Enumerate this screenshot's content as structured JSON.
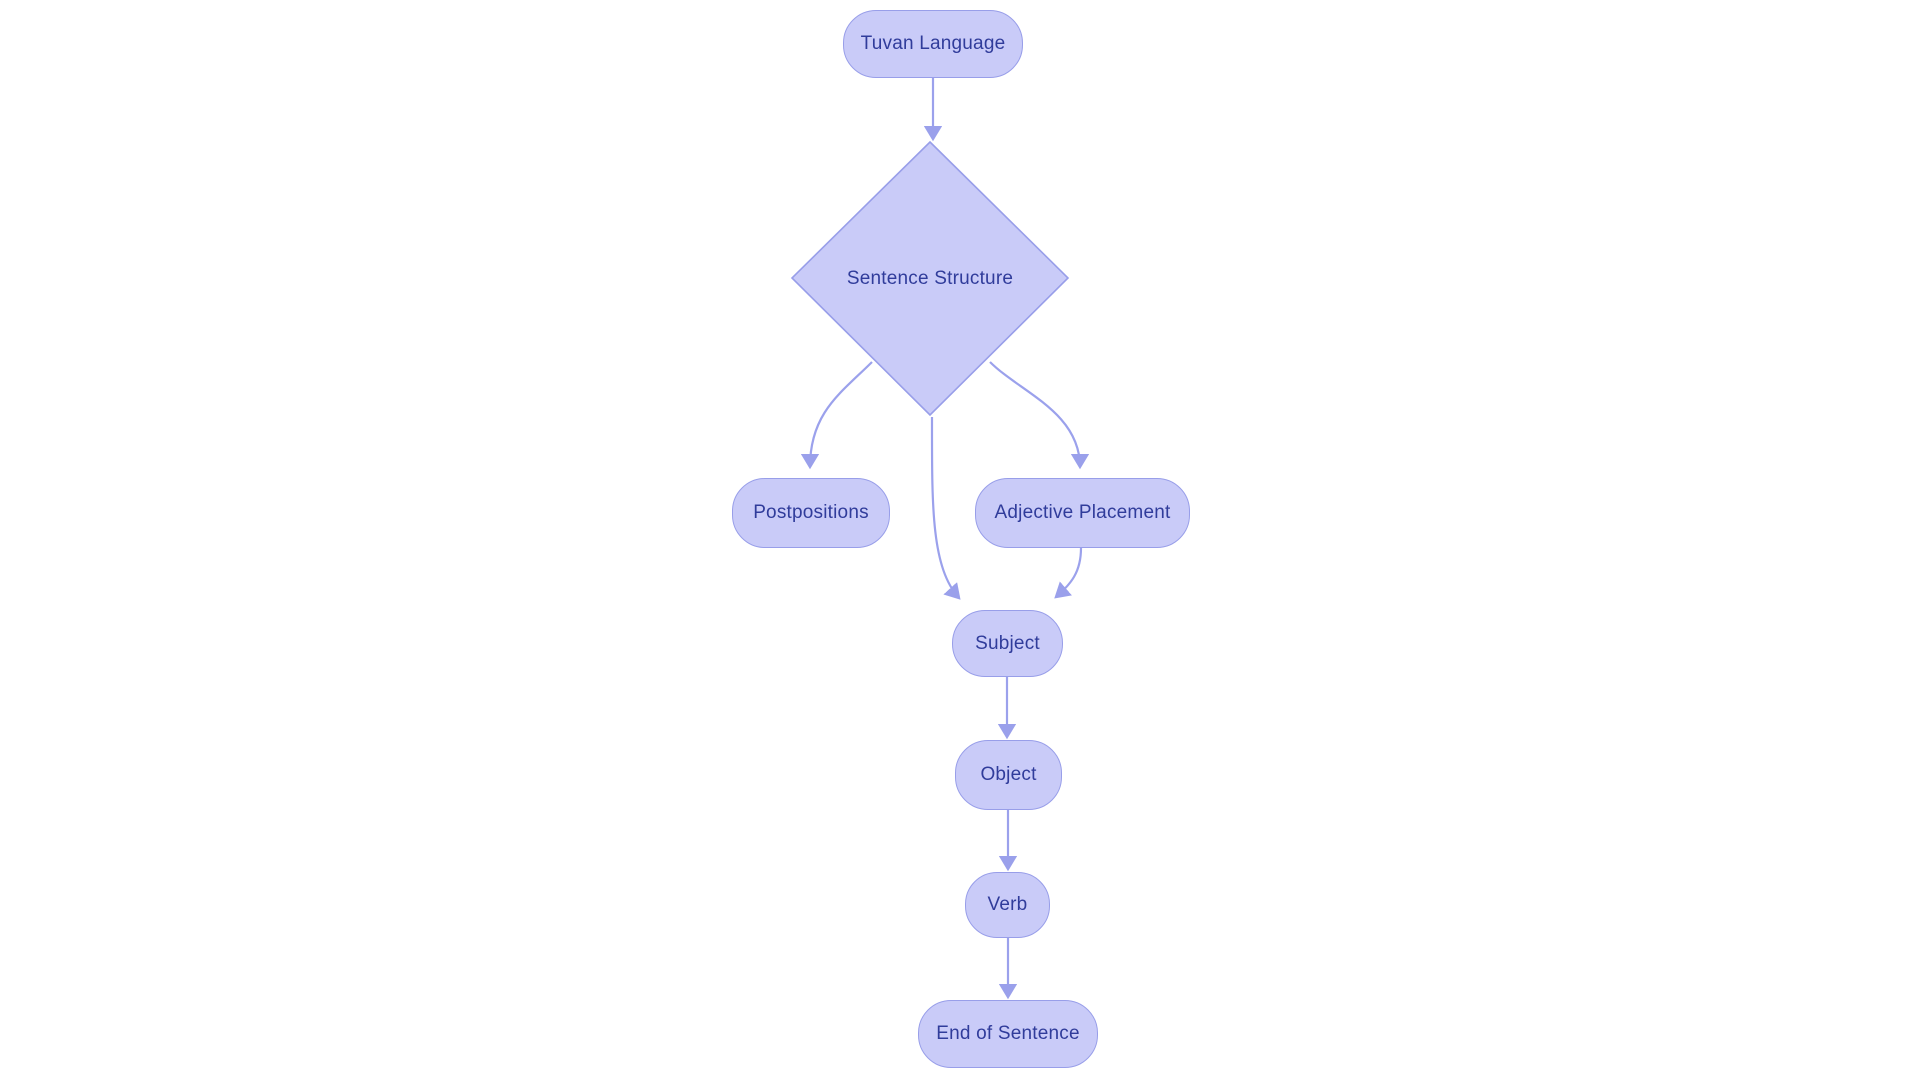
{
  "diagram": {
    "type": "flowchart",
    "background": "#ffffff",
    "colors": {
      "node_fill": "#c9cbf8",
      "node_border": "#989ee9",
      "edge_line": "#9ba1ec",
      "arrowhead": "#9aa0eb",
      "label_text": "#303c9b"
    },
    "nodes": [
      {
        "id": "tuvan-language",
        "label": "Tuvan Language",
        "shape": "rounded-rectangle"
      },
      {
        "id": "sentence-structure",
        "label": "Sentence Structure",
        "shape": "diamond"
      },
      {
        "id": "postpositions",
        "label": "Postpositions",
        "shape": "rounded-rectangle"
      },
      {
        "id": "adjective-placement",
        "label": "Adjective Placement",
        "shape": "rounded-rectangle"
      },
      {
        "id": "subject",
        "label": "Subject",
        "shape": "rounded-rectangle"
      },
      {
        "id": "object",
        "label": "Object",
        "shape": "rounded-rectangle"
      },
      {
        "id": "verb",
        "label": "Verb",
        "shape": "rounded-rectangle"
      },
      {
        "id": "end-of-sentence",
        "label": "End of Sentence",
        "shape": "rounded-rectangle"
      }
    ],
    "edges": [
      {
        "from": "Tuvan Language",
        "to": "Sentence Structure"
      },
      {
        "from": "Sentence Structure",
        "to": "Postpositions"
      },
      {
        "from": "Sentence Structure",
        "to": "Adjective Placement"
      },
      {
        "from": "Sentence Structure",
        "to": "Subject"
      },
      {
        "from": "Adjective Placement",
        "to": "Subject"
      },
      {
        "from": "Subject",
        "to": "Object"
      },
      {
        "from": "Object",
        "to": "Verb"
      },
      {
        "from": "Verb",
        "to": "End of Sentence"
      }
    ]
  }
}
